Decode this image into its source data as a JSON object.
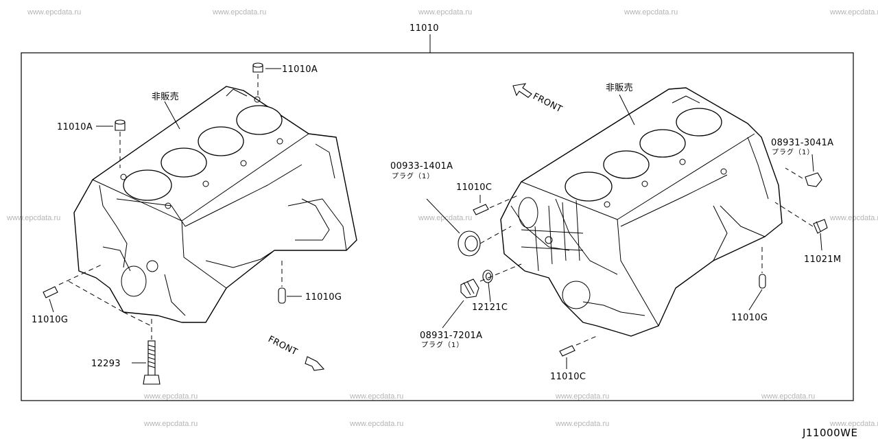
{
  "watermark": "www.epcdata.ru",
  "main_part": "11010",
  "diagram_code": "J11000WE",
  "labels": {
    "l_11010A_top": "11010A",
    "l_11010A_left": "11010A",
    "l_nonsale_left": "非販売",
    "l_nonsale_right": "非販売",
    "l_11010G_mid": "11010G",
    "l_11010G_left": "11010G",
    "l_12293": "12293",
    "l_front_left": "FRONT",
    "l_front_right": "FRONT",
    "l_00933": "00933-1401A",
    "l_00933_sub": "プラグ（1）",
    "l_11010C_top": "11010C",
    "l_12121C": "12121C",
    "l_08931_7201": "08931-7201A",
    "l_08931_7201_sub": "プラグ（1）",
    "l_11010C_bottom": "11010C",
    "l_08931_3041": "08931-3041A",
    "l_08931_3041_sub": "プラグ（1）",
    "l_11021M": "11021M",
    "l_11010G_right": "11010G"
  }
}
